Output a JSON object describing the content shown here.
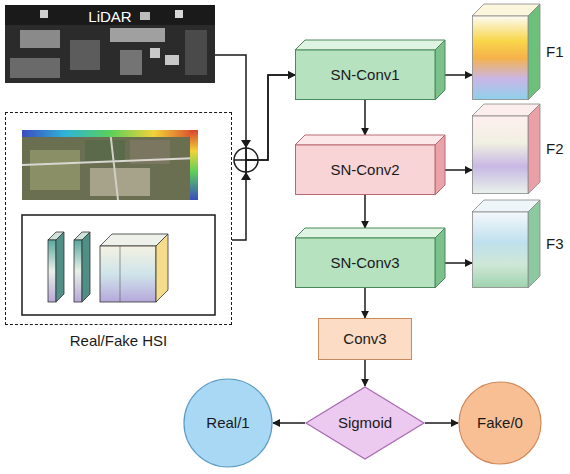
{
  "diagram": {
    "nodes": [
      {
        "text": [
          "LiDAR"
        ]
      },
      {
        "text": [
          "Real/Fake HSI"
        ]
      },
      {
        "text": [
          "SN-Conv1"
        ]
      },
      {
        "text": [
          "F1"
        ]
      },
      {
        "text": [
          "SN-Conv2"
        ]
      },
      {
        "text": [
          "F2"
        ]
      },
      {
        "text": [
          "SN-Conv3"
        ]
      },
      {
        "text": [
          "F3"
        ]
      },
      {
        "text": [
          "Conv3"
        ]
      },
      {
        "text": [
          "Sigmoid"
        ]
      },
      {
        "text": [
          "Real/1"
        ]
      },
      {
        "text": [
          "Fake/0"
        ]
      }
    ],
    "edges": [
      {
        "from": 0,
        "to": 2,
        "arrow": "to"
      },
      {
        "from": 1,
        "to": 2,
        "arrow": "to"
      },
      {
        "from": 2,
        "to": 3,
        "arrow": "to"
      },
      {
        "from": 2,
        "to": 4,
        "arrow": "to"
      },
      {
        "from": 4,
        "to": 5,
        "arrow": "to"
      },
      {
        "from": 4,
        "to": 6,
        "arrow": "to"
      },
      {
        "from": 6,
        "to": 7,
        "arrow": "to"
      },
      {
        "from": 6,
        "to": 8,
        "arrow": "to"
      },
      {
        "from": 8,
        "to": 9,
        "arrow": "to"
      },
      {
        "from": 9,
        "to": 10,
        "arrow": "to"
      },
      {
        "from": 9,
        "to": 11,
        "arrow": "to"
      }
    ]
  }
}
